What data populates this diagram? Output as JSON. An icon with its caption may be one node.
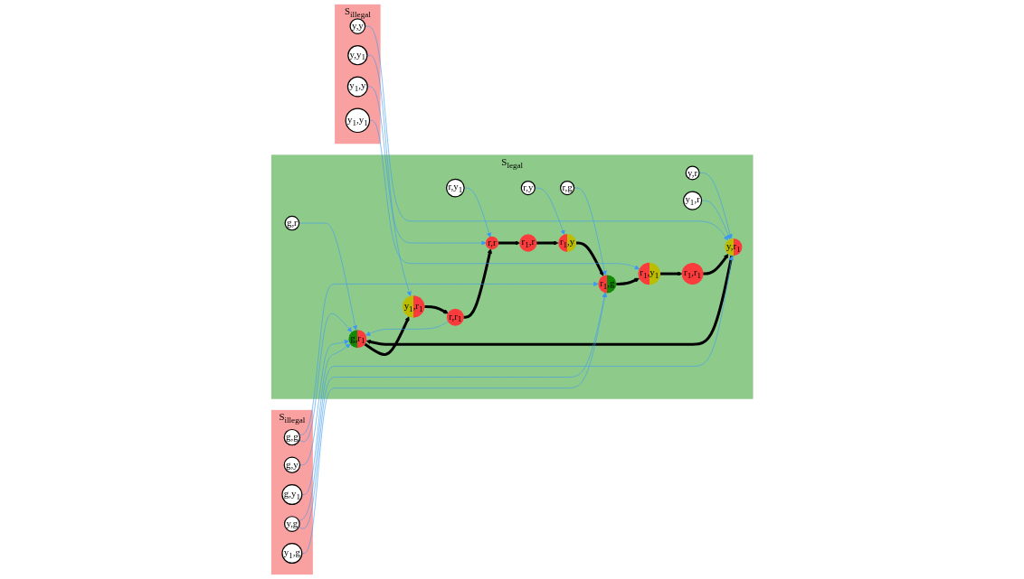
{
  "diagram": {
    "nodes": [
      {
        "text": [
          "S$_{illegal}$"
        ]
      },
      {
        "text": [
          "g,g"
        ],
        "in": 0
      },
      {
        "text": [
          "g,y"
        ],
        "in": 0
      },
      {
        "text": [
          "g,y$_{1}$"
        ],
        "in": 0
      },
      {
        "text": [
          "y,g"
        ],
        "in": 0
      },
      {
        "text": [
          "y$_{1}$,g"
        ],
        "in": 0
      },
      {
        "text": [
          "S$_{legal}$"
        ]
      },
      {
        "text": [
          "g,r"
        ],
        "in": 6
      },
      {
        "text": [
          "g,r$_{1}$"
        ],
        "in": 6
      },
      {
        "text": [
          "r,g"
        ],
        "in": 6
      },
      {
        "text": [
          "r$_{1}$,g"
        ],
        "in": 6
      },
      {
        "text": [
          "S$_{illegal}$"
        ]
      },
      {
        "text": [
          "y,y"
        ],
        "in": 11
      },
      {
        "text": [
          "y,y$_{1}$"
        ],
        "in": 11
      },
      {
        "text": [
          "y$_{1}$,y"
        ],
        "in": 11
      },
      {
        "text": [
          "y$_{1}$,y$_{1}$"
        ],
        "in": 11
      },
      {
        "text": [
          "y,r"
        ],
        "in": 6
      },
      {
        "text": [
          "y$_{1}$,r"
        ],
        "in": 6
      },
      {
        "text": [
          "r,y"
        ],
        "in": 6
      },
      {
        "text": [
          "r,y$_{1}$"
        ],
        "in": 6
      },
      {
        "text": [
          "r,r"
        ],
        "in": 6
      },
      {
        "text": [
          "r$_{1}$,r"
        ],
        "in": 6
      },
      {
        "text": [
          "y,r$_{1}$"
        ],
        "in": 6
      },
      {
        "text": [
          "y$_{1}$,r$_{1}$"
        ],
        "in": 6
      },
      {
        "text": [
          "r$_{1}$,y"
        ],
        "in": 6
      },
      {
        "text": [
          "r$_{1}$,y$_{1}$"
        ],
        "in": 6
      },
      {
        "text": [
          "r,r$_{1}$"
        ],
        "in": 6
      },
      {
        "text": [
          "r$_{1}$,r$_{1}$"
        ],
        "in": 6
      }
    ],
    "edges": [
      {
        "from": 22,
        "to": 8,
        "arrow": "to",
        "style": "thick",
        "color": "#000000"
      },
      {
        "from": 8,
        "to": 23,
        "arrow": "to",
        "style": "thick",
        "color": "#000000"
      },
      {
        "from": 24,
        "to": 10,
        "arrow": "to",
        "style": "thick",
        "color": "#000000"
      },
      {
        "from": 10,
        "to": 25,
        "arrow": "to",
        "style": "thick",
        "color": "#000000"
      },
      {
        "from": 20,
        "to": 21,
        "arrow": "to",
        "style": "thick",
        "color": "#000000"
      },
      {
        "from": 26,
        "to": 20,
        "arrow": "to",
        "style": "thick",
        "color": "#000000"
      },
      {
        "from": 27,
        "to": 22,
        "arrow": "to",
        "style": "thick",
        "color": "#000000"
      },
      {
        "from": 23,
        "to": 26,
        "arrow": "to",
        "style": "thick",
        "color": "#000000"
      },
      {
        "from": 25,
        "to": 27,
        "arrow": "to",
        "style": "thick",
        "color": "#000000"
      },
      {
        "from": 21,
        "to": 24,
        "arrow": "to",
        "style": "thick",
        "color": "#000000"
      },
      {
        "from": 1,
        "to": 8,
        "arrow": "to"
      },
      {
        "from": 1,
        "to": 10,
        "arrow": "to"
      },
      {
        "from": 2,
        "to": 8,
        "arrow": "to"
      },
      {
        "from": 3,
        "to": 8,
        "arrow": "to"
      },
      {
        "from": 7,
        "to": 8,
        "arrow": "to"
      },
      {
        "from": 26,
        "to": 8,
        "arrow": "to"
      },
      {
        "from": 4,
        "to": 10,
        "arrow": "to"
      },
      {
        "from": 4,
        "to": 22,
        "arrow": "to"
      },
      {
        "from": 5,
        "to": 10,
        "arrow": "to"
      },
      {
        "from": 9,
        "to": 10,
        "arrow": "to"
      },
      {
        "from": 12,
        "to": 22,
        "arrow": "to"
      },
      {
        "from": 13,
        "to": 23,
        "arrow": "to"
      },
      {
        "from": 14,
        "to": 20,
        "arrow": "to"
      },
      {
        "from": 15,
        "to": 25,
        "arrow": "to"
      },
      {
        "from": 16,
        "to": 22,
        "arrow": "to"
      },
      {
        "from": 17,
        "to": 22,
        "arrow": "to"
      },
      {
        "from": 18,
        "to": 24,
        "arrow": "to"
      },
      {
        "from": 19,
        "to": 20,
        "arrow": "to"
      }
    ]
  }
}
